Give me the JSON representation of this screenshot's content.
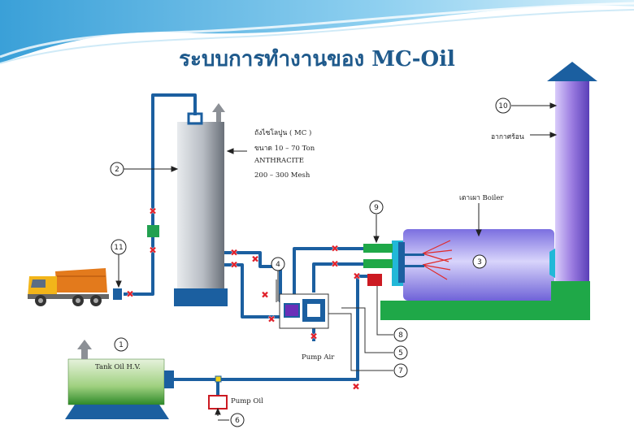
{
  "title": "ระบบการทำงานของ MC-Oil",
  "colors": {
    "pipe": "#1b5fa0",
    "valve": "#e0202a",
    "silo_body": "#b8bec6",
    "boiler": "#9b8fe8",
    "stack": "#9a7be0",
    "base_green": "#1fa848"
  },
  "silo": {
    "line1": "ถังไซโลปูน ( MC )",
    "line2": "ขนาด  10 – 70  Ton",
    "line3": "ANTHRACITE",
    "line4": "200 – 300 Mesh"
  },
  "boiler_label": "เตาเผา Boiler",
  "stack_label": "อากาศร้อน",
  "tank_label": "Tank Oil H.V.",
  "pump_air_label": "Pump Air",
  "pump_oil_label": "Pump Oil",
  "callouts": [
    "1",
    "2",
    "3",
    "4",
    "5",
    "6",
    "7",
    "8",
    "9",
    "10",
    "11"
  ]
}
